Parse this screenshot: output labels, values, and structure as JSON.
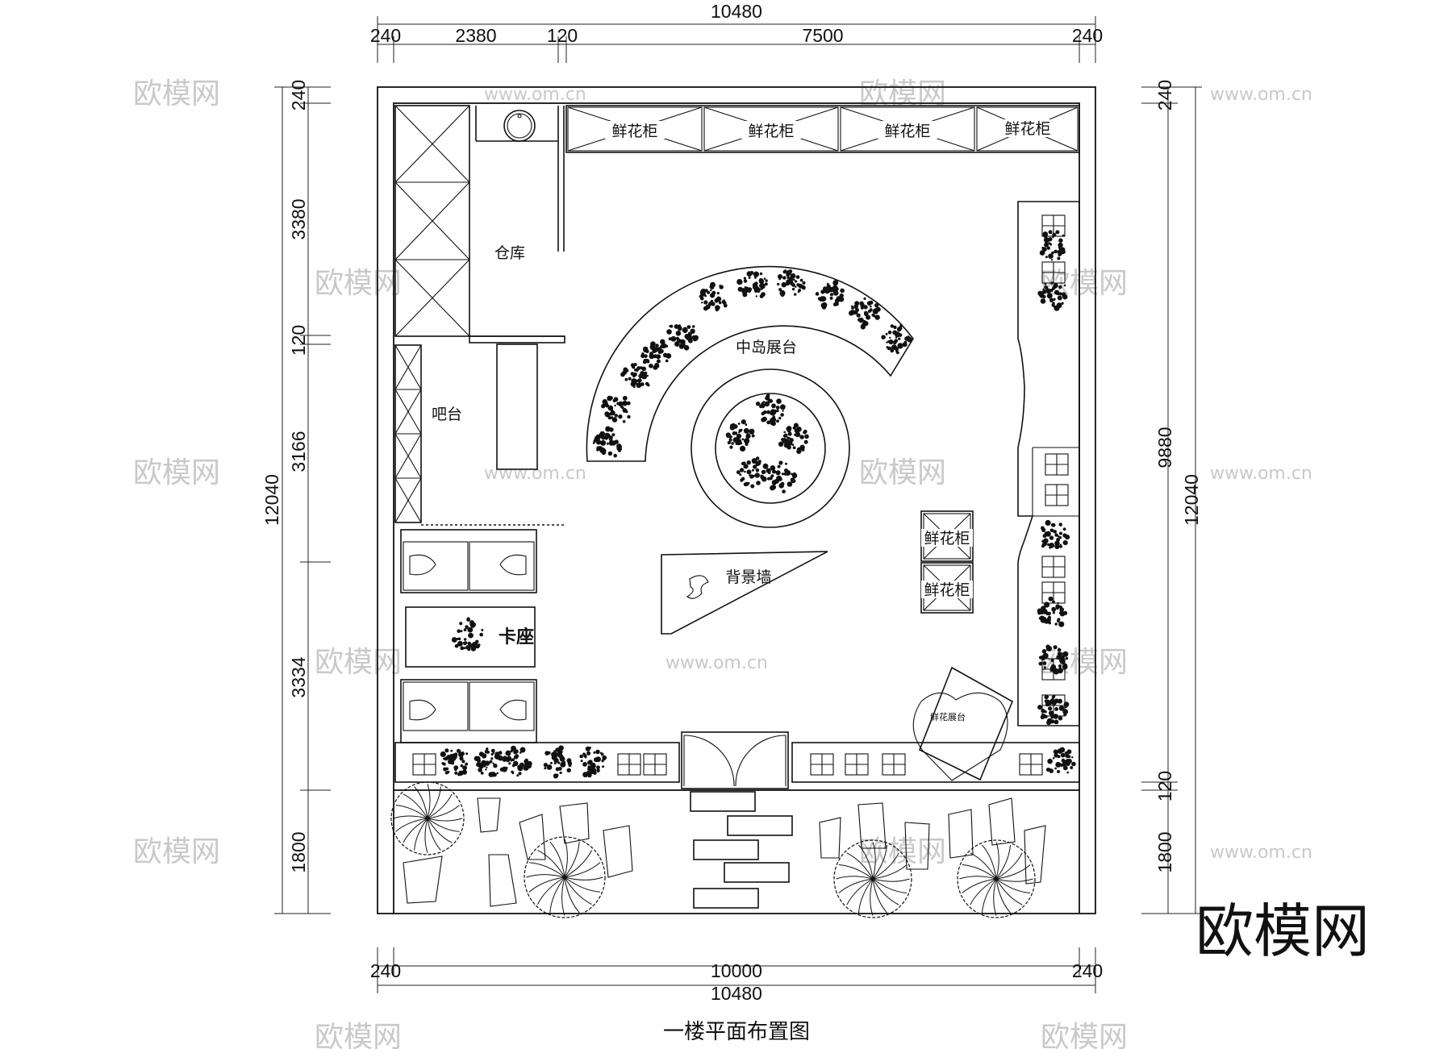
{
  "title": "一楼平面布置图",
  "watermark": {
    "logo": "欧模网",
    "url": "www.om.cn"
  },
  "dimensions": {
    "top_total": "10480",
    "top_segments": [
      "240",
      "2380",
      "120",
      "7500",
      "240"
    ],
    "bottom_total": "10480",
    "bottom_segments": [
      "240",
      "10000",
      "240"
    ],
    "left_total": "12040",
    "left_segments": [
      "240",
      "3380",
      "120",
      "3166",
      "3334",
      "1800"
    ],
    "right_total": "12040",
    "right_inner": "9880",
    "right_segments": [
      "240",
      "120",
      "1800"
    ]
  },
  "rooms": {
    "storage": "仓库",
    "bar": "吧台",
    "center_island": "中岛展台",
    "feature_wall": "背景墙",
    "booth": "卡座",
    "flower_display": "鲜花展台",
    "flower_cabinet": "鲜花柜"
  },
  "colors": {
    "line": "#111111",
    "watermark": "#c9c9c9",
    "background": "#ffffff"
  }
}
